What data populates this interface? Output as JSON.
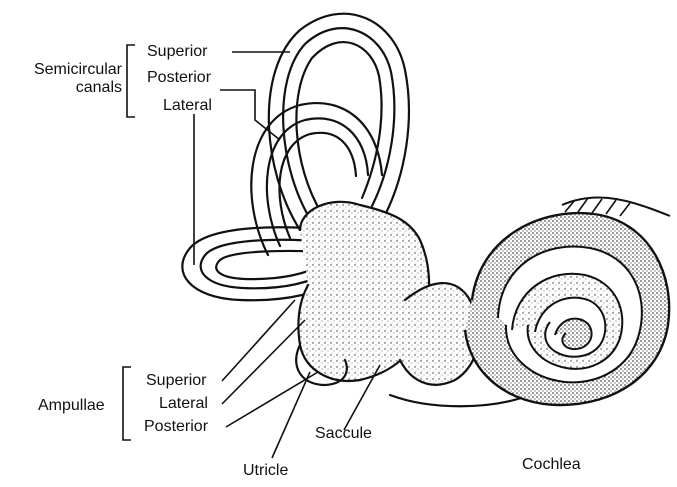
{
  "labels": {
    "semicircular_group": "Semicircular canals",
    "semicircular_group_line1": "Semicircular",
    "semicircular_group_line2": "canals",
    "superior_canal": "Superior",
    "posterior_canal": "Posterior",
    "lateral_canal": "Lateral",
    "ampullae_group": "Ampullae",
    "superior_ampulla": "Superior",
    "lateral_ampulla": "Lateral",
    "posterior_ampulla": "Posterior",
    "saccule": "Saccule",
    "utricle": "Utricle",
    "cochlea": "Cochlea"
  },
  "colors": {
    "ink": "#111111",
    "background": "#ffffff"
  }
}
